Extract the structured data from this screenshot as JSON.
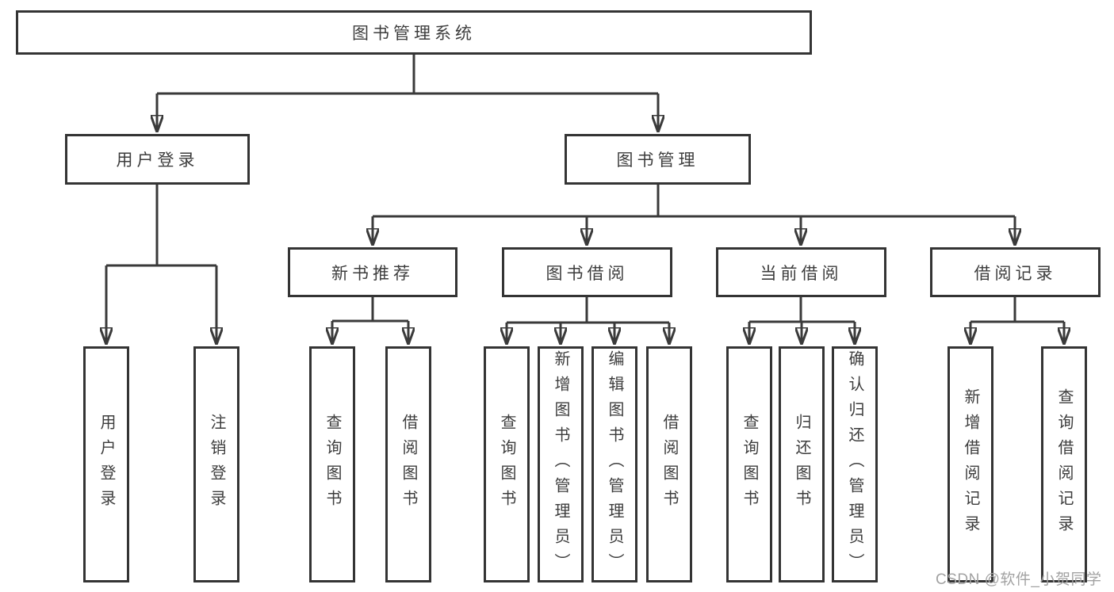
{
  "nodes": {
    "root": "图书管理系统",
    "user_login": "用户登录",
    "book_management": "图书管理",
    "new_book_recommend": "新书推荐",
    "book_borrowing": "图书借阅",
    "current_borrowing": "当前借阅",
    "borrowing_records": "借阅记录",
    "leaf_user_login": "用户登录",
    "leaf_logout": "注销登录",
    "leaf_nbr_query_books": "查询图书",
    "leaf_nbr_borrow_books": "借阅图书",
    "leaf_bb_query_books": "查询图书",
    "leaf_bb_add_books": "新增图书（管理员）",
    "leaf_bb_edit_books": "编辑图书（管理员）",
    "leaf_bb_borrow_books": "借阅图书",
    "leaf_cb_query_books": "查询图书",
    "leaf_cb_return_books": "归还图书",
    "leaf_cb_confirm_return": "确认归还（管理员）",
    "leaf_br_add_record": "新增借阅记录",
    "leaf_br_query_record": "查询借阅记录"
  },
  "watermark": "CSDN @软件_小贺同学",
  "colors": {
    "line": "#3a3a3a",
    "box_border": "#343434",
    "text": "#3d3d3d",
    "watermark": "#a2a2a2",
    "background": "#ffffff"
  }
}
